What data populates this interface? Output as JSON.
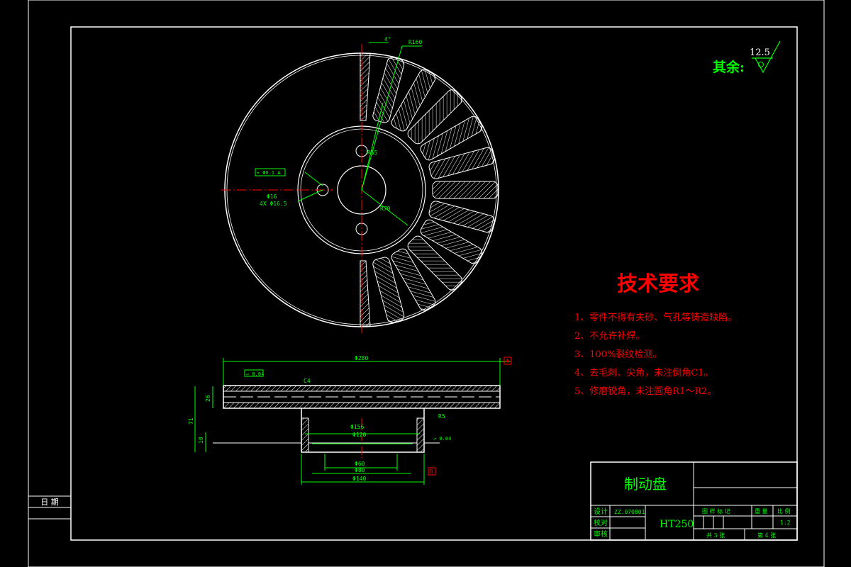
{
  "colors": {
    "background": "#000000",
    "line": "#ffffff",
    "dimension": "#00ff00",
    "center_line": "#ff0000",
    "hatch": "#ffffff",
    "requirements_text": "#ff0000",
    "title_block_text": "#00ff00"
  },
  "surface_finish": {
    "label": "其余:",
    "value": "12.5"
  },
  "front_view": {
    "angle_dim": "4°",
    "radius_dim_top": "R160",
    "radius_dim_mid": "R55",
    "radius_dim_low": "R70",
    "hole_diameter": "Φ16",
    "hole_pattern": "4X Φ16.5",
    "tolerance_frame": "⌖ Φ0.1 A"
  },
  "section_view": {
    "overall_diameter": "Φ280",
    "flatness_frame": "▱ 0.04",
    "chamfer_top": "C4",
    "datum_top": "A",
    "datum_bottom": "B",
    "height_dim": "71",
    "thickness_dim": "26",
    "flange_dim": "10",
    "radius_r5": "R5",
    "d156": "Φ156",
    "d120": "Φ120",
    "d60": "Φ60",
    "d80": "Φ80",
    "d140": "Φ140",
    "runout_frame": "↗ 0.04"
  },
  "requirements": {
    "title": "技术要求",
    "items": [
      "1、零件不得有夹砂、气孔等铸造缺陷。",
      "2、不允许补焊。",
      "3、100%裂纹检测。",
      "4、去毛刺、尖角，未注倒角C1。",
      "5、修磨锐角，未注圆角R1～R2。"
    ]
  },
  "title_block": {
    "part_name": "制动盘",
    "material": "HT250",
    "rows": [
      "设计",
      "校对",
      "审核"
    ],
    "designer": "ZZ.070801",
    "header_cells": [
      "图 样 标 记",
      "重 量",
      "比 例"
    ],
    "scale": "1:2",
    "sheet_total": "共 3 张",
    "sheet_no": "第 4 张"
  },
  "left_strip": {
    "label": "日 期"
  }
}
